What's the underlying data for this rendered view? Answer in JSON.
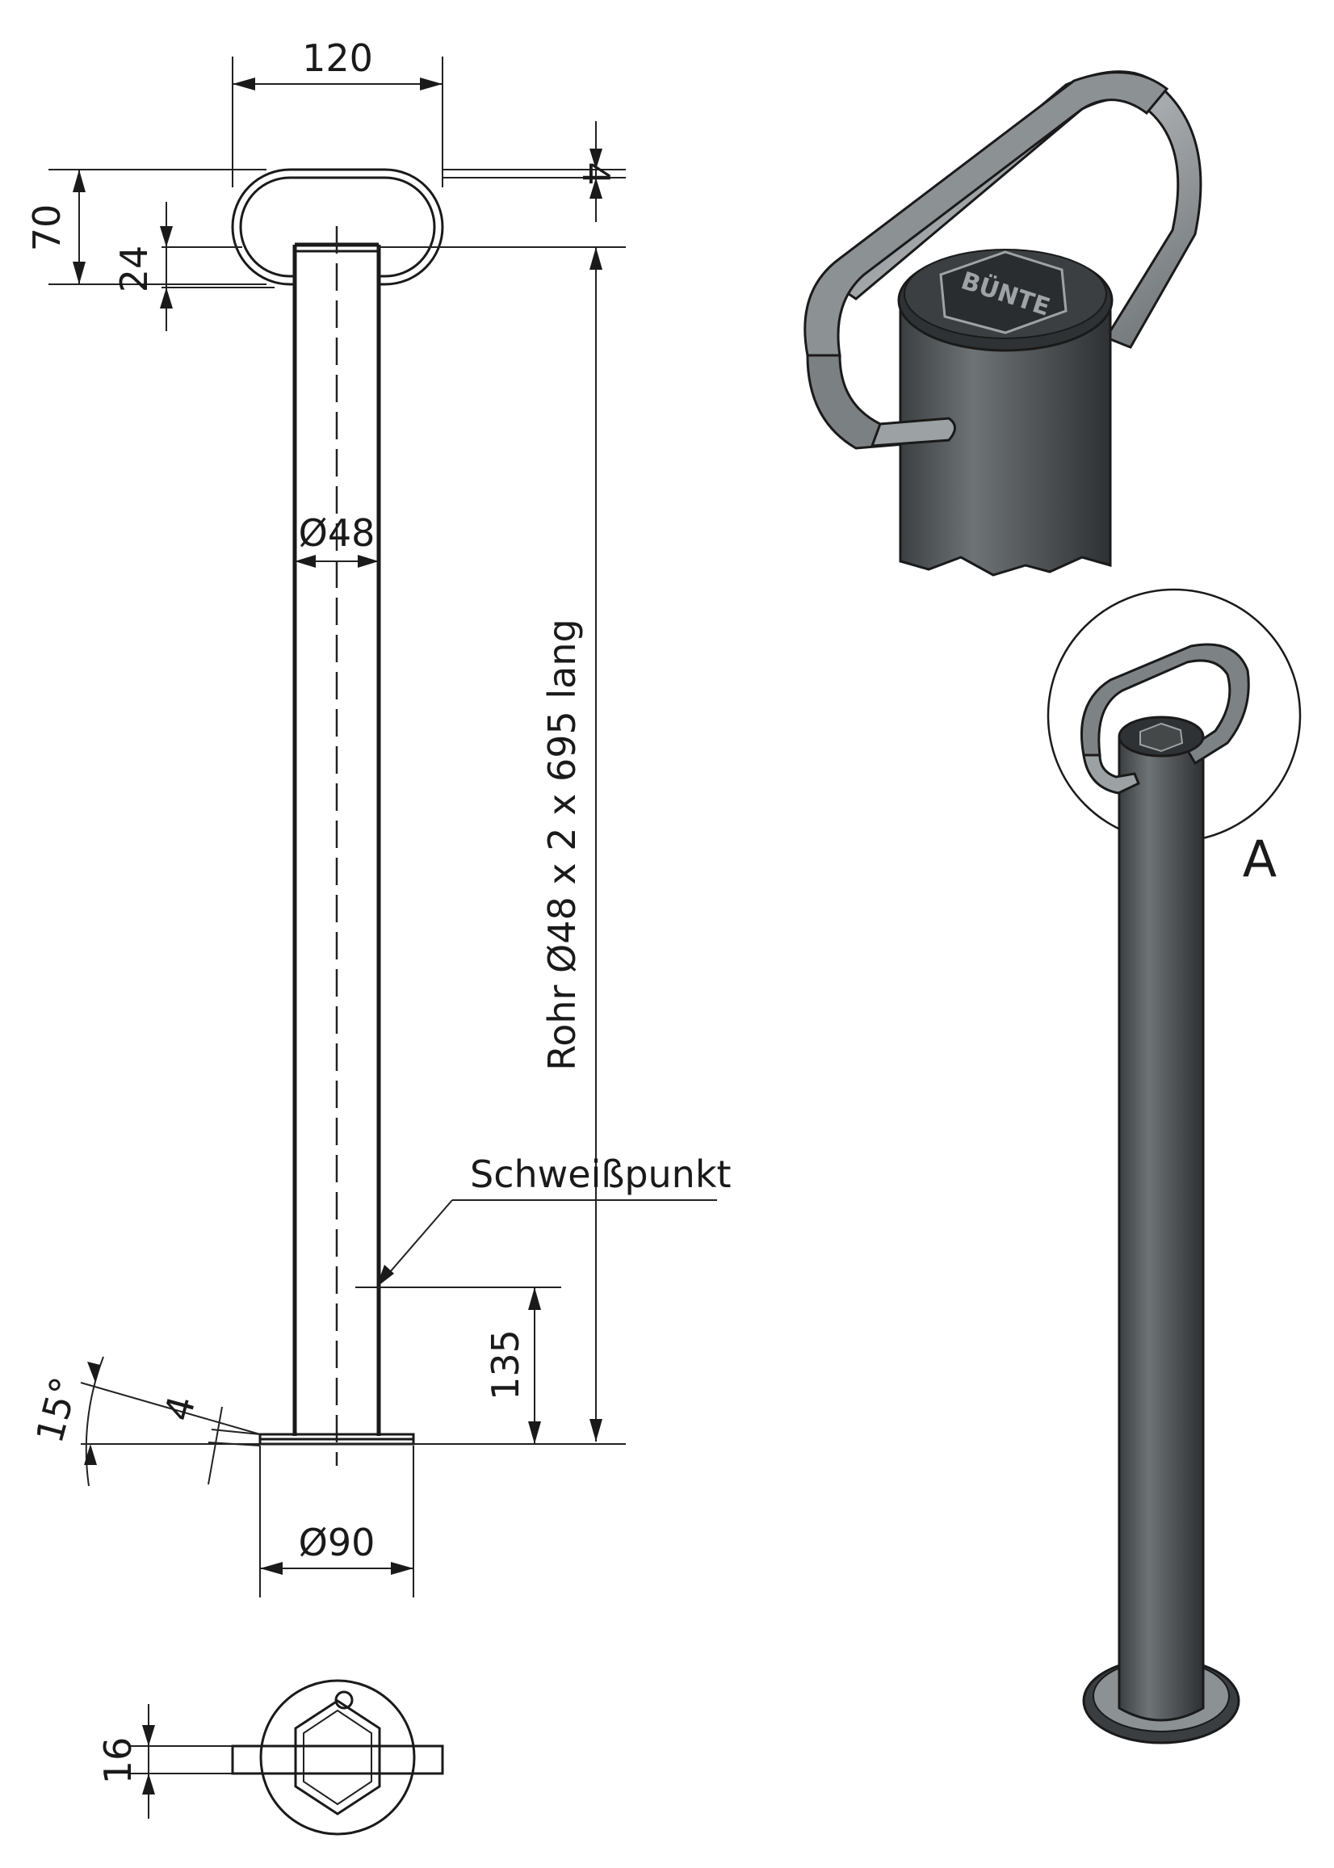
{
  "dimensions": {
    "handle_width": "120",
    "handle_height": "70",
    "handle_thickness": "4",
    "handle_inner": "24",
    "tube_diameter": "Ø48",
    "tube_spec": "Rohr Ø48 x 2 x 695 lang",
    "weld_label": "Schweißpunkt",
    "weld_height": "135",
    "base_angle": "15°",
    "base_thickness": "4",
    "base_diameter": "Ø90",
    "bottom_width": "16"
  },
  "detail_label": "A",
  "logo_text": "BÜNTE",
  "colors": {
    "line": "#1a1a1a",
    "steel_dark": "#4a4e50",
    "steel_mid": "#6b7073",
    "steel_light": "#9ea3a5"
  }
}
